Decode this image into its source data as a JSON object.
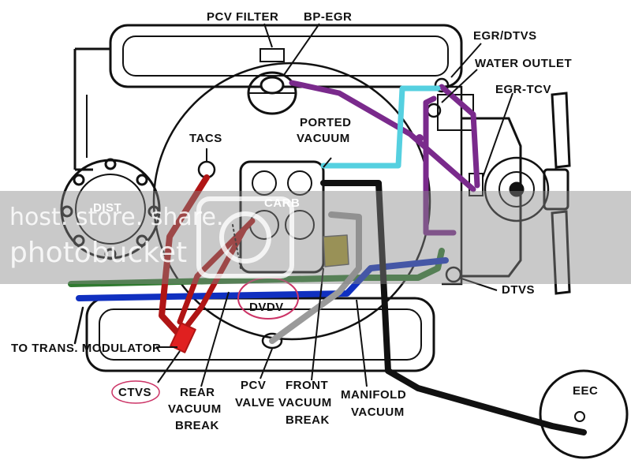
{
  "labels": {
    "pcv_filter": "PCV FILTER",
    "bp_egr": "BP-EGR",
    "egr_dtvs": "EGR/DTVS",
    "water_outlet": "WATER OUTLET",
    "egr_tcv": "EGR-TCV",
    "ported": "PORTED",
    "vacuum": "VACUUM",
    "tacs": "TACS",
    "dist": "DIST",
    "carb": "CARB",
    "dvdv": "DVDV",
    "dtvs": "DTVS",
    "to_trans_modulator": "TO TRANS. MODULATOR",
    "ctvs": "CTVS",
    "rear": "REAR",
    "rear_vacuum": "VACUUM",
    "rear_break": "BREAK",
    "pcv": "PCV",
    "valve": "VALVE",
    "front": "FRONT",
    "front_vacuum": "VACUUM",
    "front_break": "BREAK",
    "manifold": "MANIFOLD",
    "manifold_vacuum": "VACUUM",
    "eec": "EEC"
  },
  "watermark": {
    "line1": "host. store. share.",
    "line2": "photobucket"
  },
  "colors": {
    "purple": "#7a2a8c",
    "cyan": "#55d0e0",
    "green": "#2f7a2f",
    "blue": "#1030c0",
    "red": "#b01515",
    "gray": "#9a9a9a",
    "black": "#111111",
    "callout": "#cc3366"
  }
}
